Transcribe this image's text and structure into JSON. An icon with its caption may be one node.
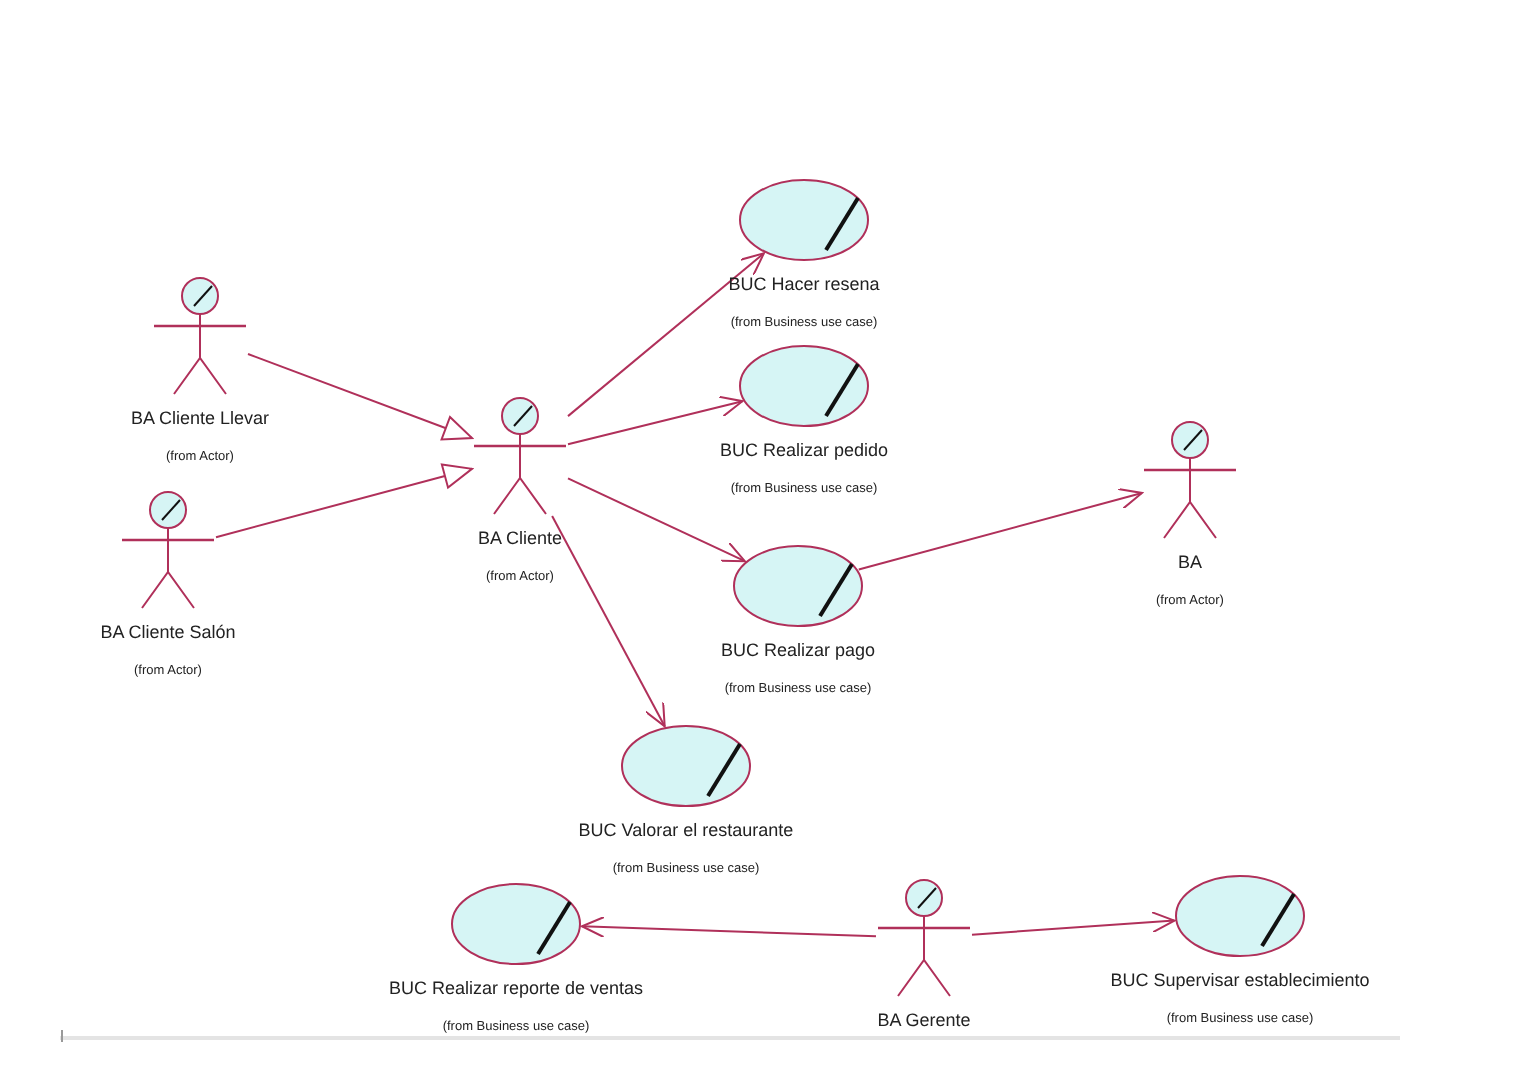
{
  "diagram": {
    "nodes": [
      {
        "text": [
          "BA Cliente Llevar",
          "(from Actor)"
        ]
      },
      {
        "text": [
          "BA Cliente Salón",
          "(from Actor)"
        ]
      },
      {
        "text": [
          "BA Cliente",
          "(from Actor)"
        ]
      },
      {
        "text": [
          "BUC Hacer resena",
          "(from Business use case)"
        ]
      },
      {
        "text": [
          "BUC Realizar pedido",
          "(from Business use case)"
        ]
      },
      {
        "text": [
          "BUC Realizar pago",
          "(from Business use case)"
        ]
      },
      {
        "text": [
          "BA",
          "(from Actor)"
        ]
      },
      {
        "text": [
          "BUC Valorar el restaurante",
          "(from Business use case)"
        ]
      },
      {
        "text": [
          "BUC Realizar reporte de ventas",
          "(from Business use case)"
        ]
      },
      {
        "text": [
          "BA Gerente"
        ]
      },
      {
        "text": [
          "BUC Supervisar establecimiento",
          "(from Business use case)"
        ]
      }
    ],
    "edges": [
      {
        "from": 0,
        "to": 2,
        "arrow": "to"
      },
      {
        "from": 1,
        "to": 2,
        "arrow": "to"
      },
      {
        "from": 2,
        "to": 3,
        "arrow": "to"
      },
      {
        "from": 2,
        "to": 4,
        "arrow": "to"
      },
      {
        "from": 2,
        "to": 5,
        "arrow": "to"
      },
      {
        "from": 2,
        "to": 7,
        "arrow": "to"
      },
      {
        "from": 5,
        "to": 6,
        "arrow": "to"
      },
      {
        "from": 9,
        "to": 8,
        "arrow": "to"
      },
      {
        "from": 9,
        "to": 10,
        "arrow": "to"
      }
    ]
  }
}
